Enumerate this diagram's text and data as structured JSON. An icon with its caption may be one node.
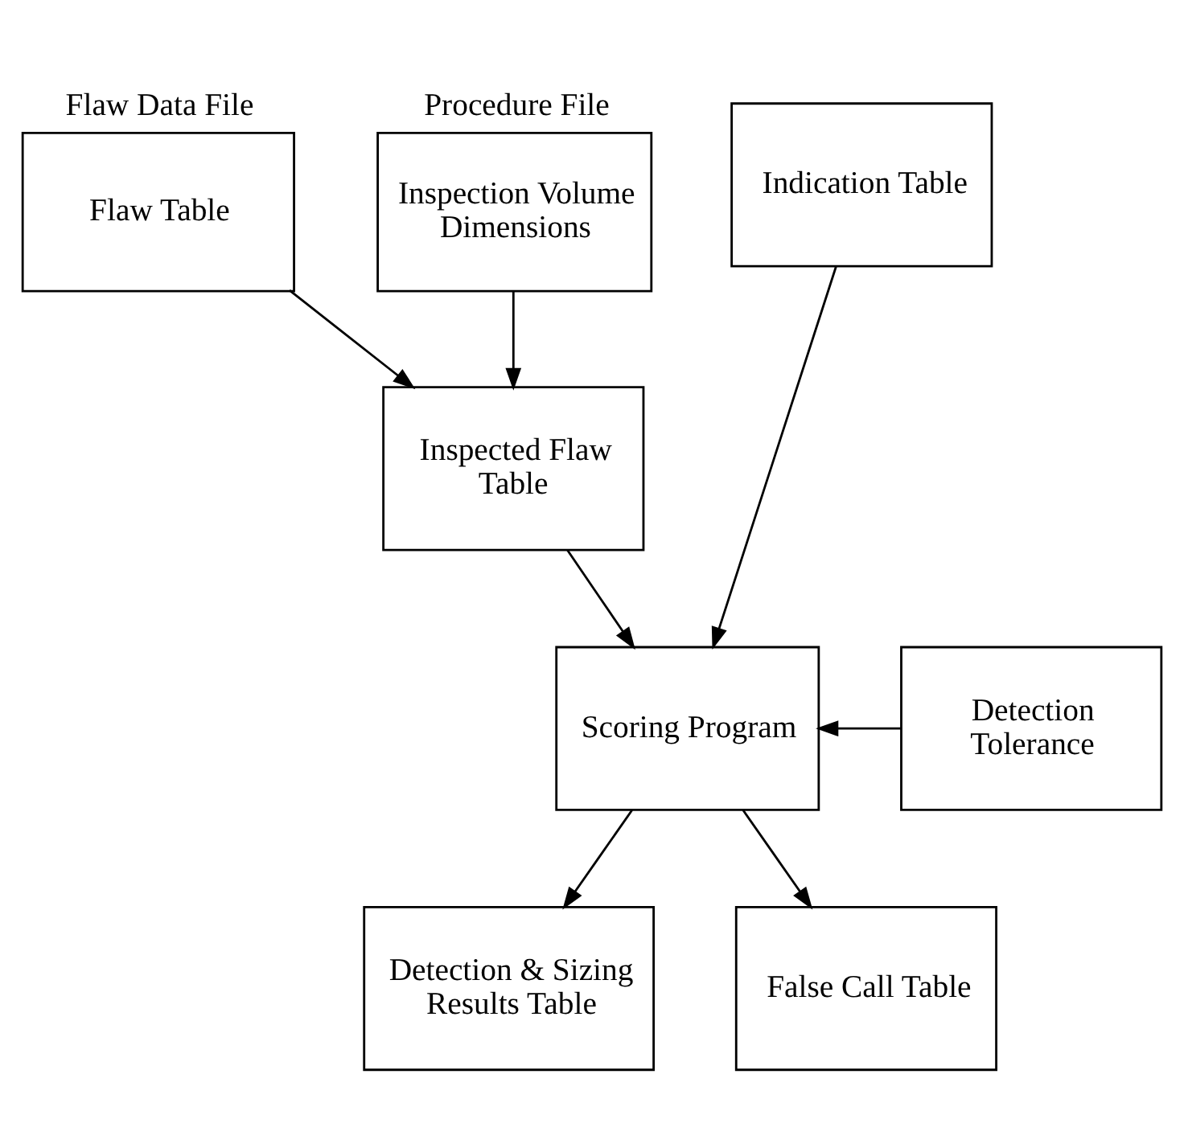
{
  "diagram": {
    "nodes": [
      {
        "text": [
          "Flaw Data File",
          "Flaw Table"
        ]
      },
      {
        "text": [
          "Procedure File",
          "Inspection Volume Dimensions"
        ]
      },
      {
        "text": [
          "Indication Table"
        ]
      },
      {
        "text": [
          "Inspected Flaw Table"
        ]
      },
      {
        "text": [
          "Detection Tolerance"
        ]
      },
      {
        "text": [
          "Scoring Program"
        ]
      },
      {
        "text": [
          "Detection & Sizing Results Table"
        ]
      },
      {
        "text": [
          "False Call Table"
        ]
      }
    ],
    "edges": [
      {
        "from": 0,
        "to": 3,
        "arrow": "to"
      },
      {
        "from": 1,
        "to": 3,
        "arrow": "to"
      },
      {
        "from": 3,
        "to": 5,
        "arrow": "to"
      },
      {
        "from": 2,
        "to": 5,
        "arrow": "to"
      },
      {
        "from": 4,
        "to": 5,
        "arrow": "to"
      },
      {
        "from": 5,
        "to": 6,
        "arrow": "to"
      },
      {
        "from": 5,
        "to": 7,
        "arrow": "to"
      }
    ]
  }
}
